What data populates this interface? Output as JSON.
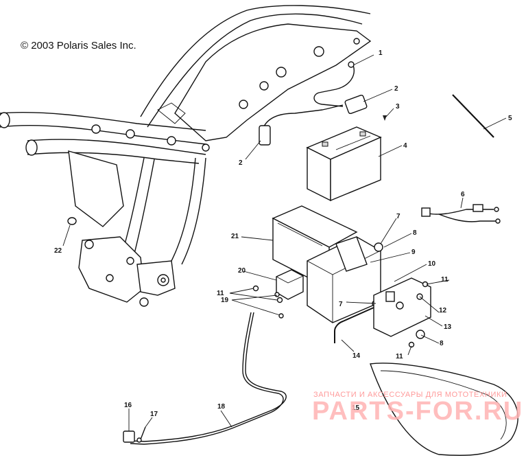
{
  "copyright": "© 2003 Polaris Sales Inc.",
  "watermark": {
    "tagline": "ЗАПЧАСТИ И АКСЕССУАРЫ ДЛЯ МОТОТЕХНИКИ",
    "logo": "PARTS-FOR.RU"
  },
  "callouts": [
    {
      "id": "c1",
      "text": "1"
    },
    {
      "id": "c2a",
      "text": "2"
    },
    {
      "id": "c3",
      "text": "3"
    },
    {
      "id": "c2b",
      "text": "2"
    },
    {
      "id": "c4",
      "text": "4"
    },
    {
      "id": "c5",
      "text": "5"
    },
    {
      "id": "c6",
      "text": "6"
    },
    {
      "id": "c7a",
      "text": "7"
    },
    {
      "id": "c8a",
      "text": "8"
    },
    {
      "id": "c9",
      "text": "9"
    },
    {
      "id": "c10",
      "text": "10"
    },
    {
      "id": "c11a",
      "text": "11"
    },
    {
      "id": "c12",
      "text": "12"
    },
    {
      "id": "c13",
      "text": "13"
    },
    {
      "id": "c8b",
      "text": "8"
    },
    {
      "id": "c7b",
      "text": "7"
    },
    {
      "id": "c14",
      "text": "14"
    },
    {
      "id": "c11b",
      "text": "11"
    },
    {
      "id": "c11c",
      "text": "11"
    },
    {
      "id": "c21",
      "text": "21"
    },
    {
      "id": "c20",
      "text": "20"
    },
    {
      "id": "c19",
      "text": "19"
    },
    {
      "id": "c22",
      "text": "22"
    },
    {
      "id": "c15",
      "text": "15"
    },
    {
      "id": "c16",
      "text": "16"
    },
    {
      "id": "c17",
      "text": "17"
    },
    {
      "id": "c18",
      "text": "18"
    }
  ]
}
